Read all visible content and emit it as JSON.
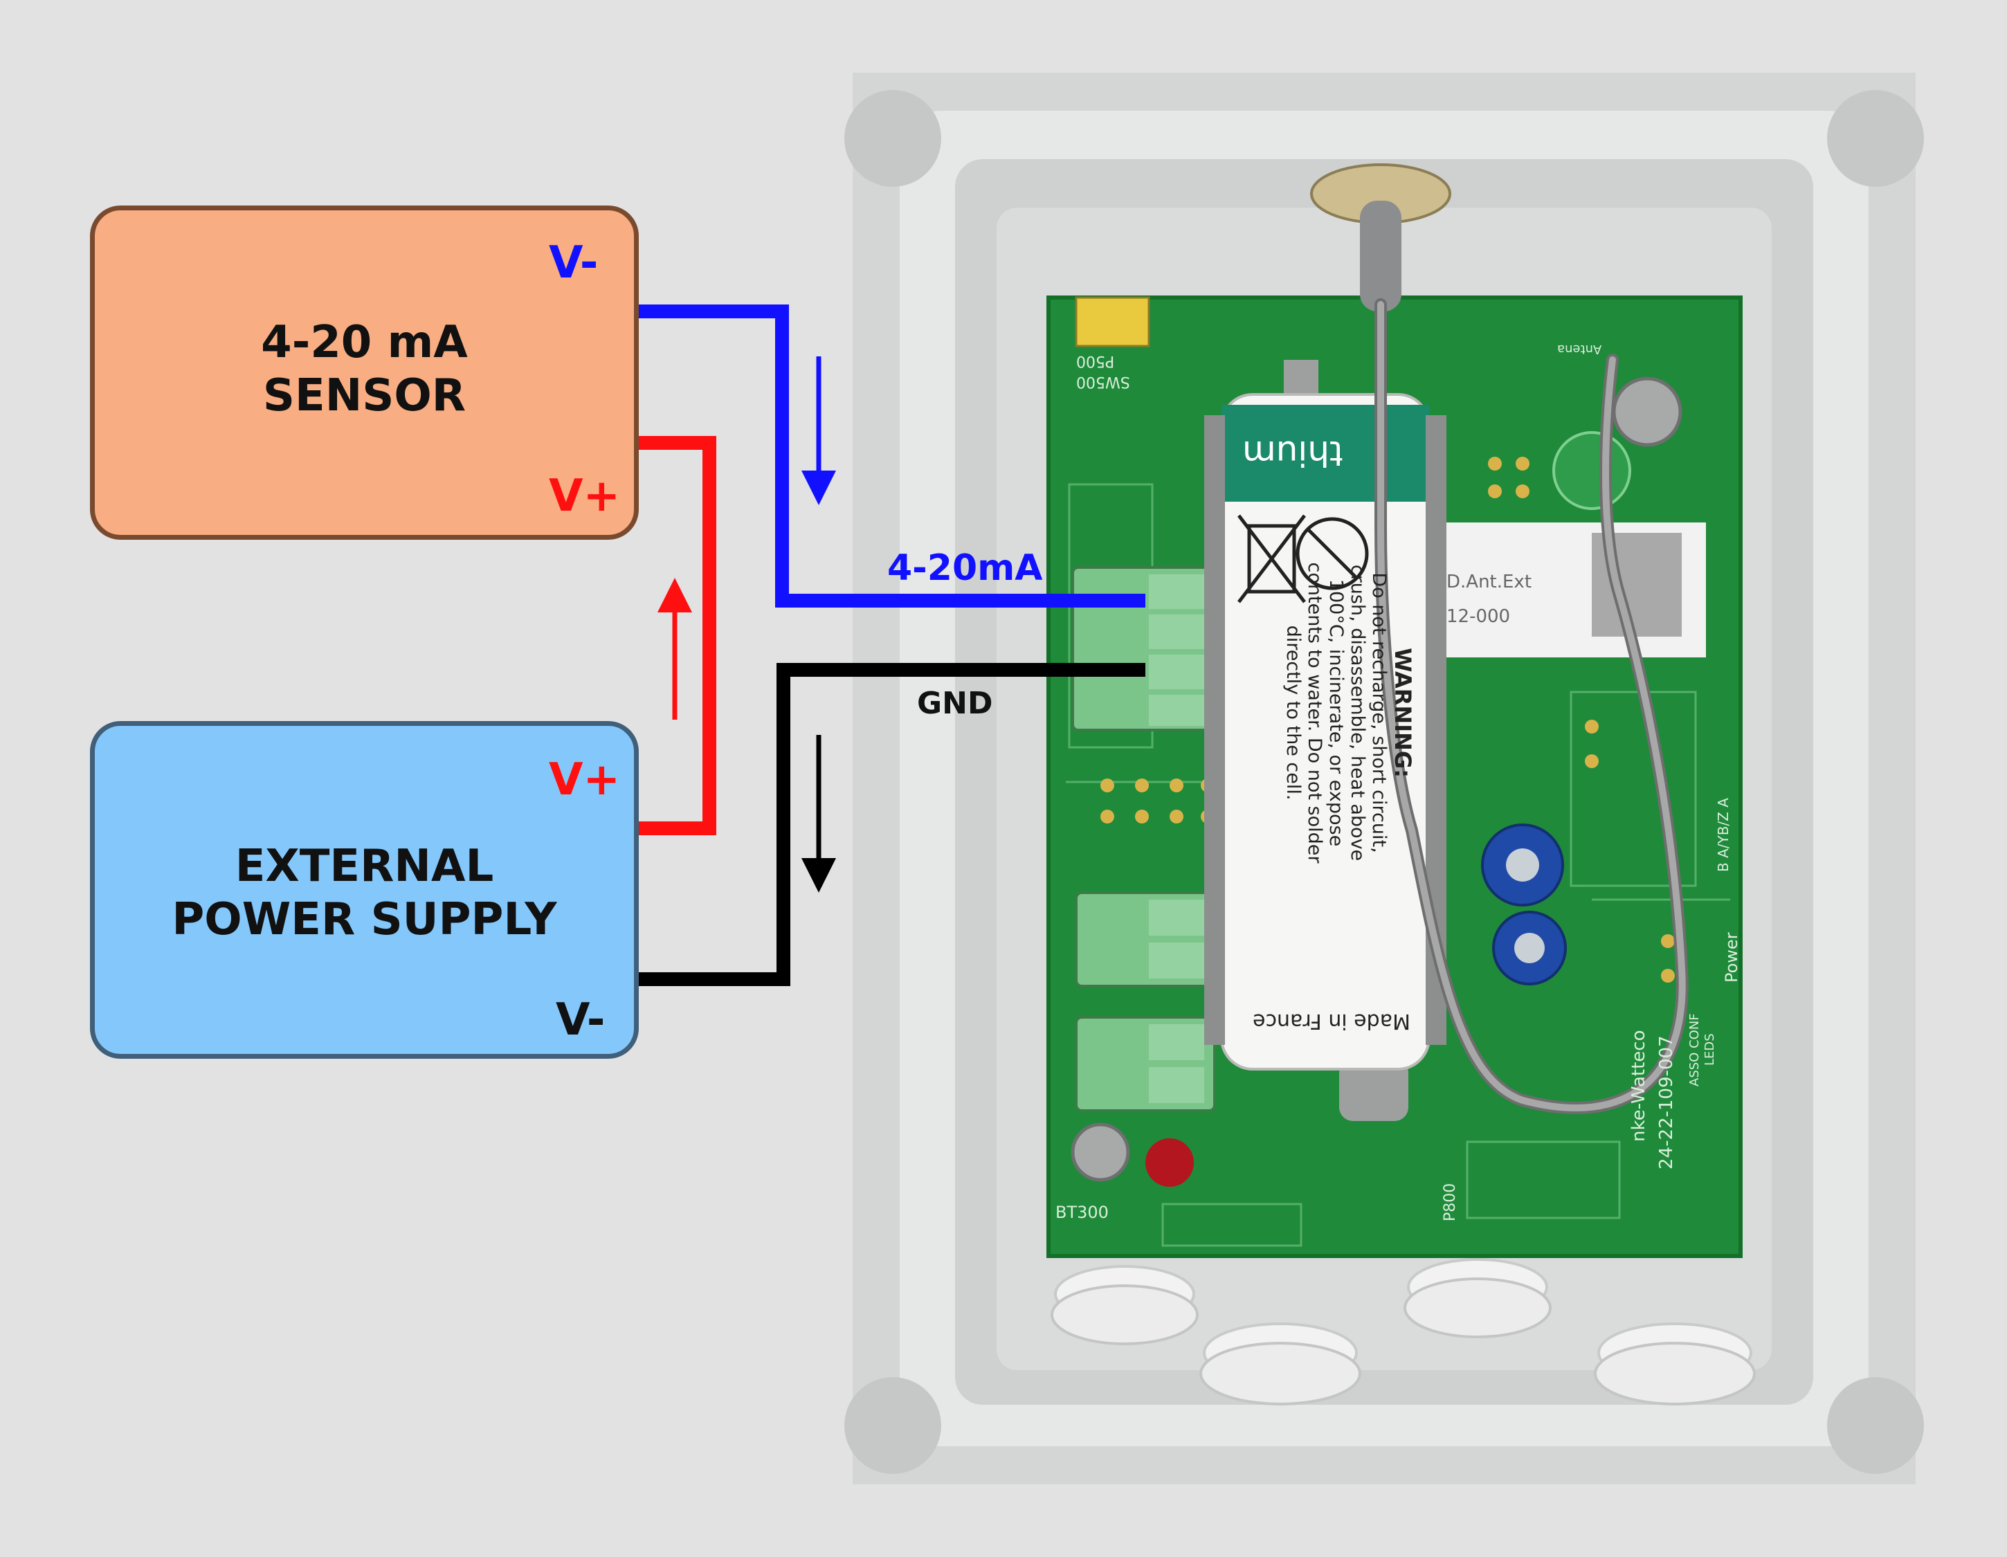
{
  "sensor": {
    "title_line1": "4-20 mA",
    "title_line2": "SENSOR",
    "pin_top": "V-",
    "pin_bottom": "V+",
    "fill": "#f8ad82",
    "border": "#7a4a2e"
  },
  "power_supply": {
    "title_line1": "EXTERNAL",
    "title_line2": "POWER SUPPLY",
    "pin_top": "V+",
    "pin_bottom": "V-",
    "fill": "#84c8fb",
    "border": "#3f5f7a"
  },
  "wires": {
    "signal_label": "4-20mA",
    "ground_label": "GND",
    "signal_color": "#1111ff",
    "positive_color": "#ff1010",
    "ground_color": "#000000"
  },
  "device": {
    "battery_brand_fragment": "thium",
    "battery_warning_title": "WARNING:",
    "battery_warning_text": [
      "Do not recharge, short circuit,",
      "crush, disassemble, heat above",
      "100°C, incinerate, or expose",
      "contents to water. Do not solder",
      "directly to the cell."
    ],
    "battery_origin": "Made in France",
    "sticker_line1": "D.Ant.Ext",
    "sticker_line2": "12-000",
    "board_maker": "nke-Watteco",
    "board_part": "24-22-109-007",
    "board_labels": [
      "Power",
      "ASSO CONF",
      "LEDS",
      "BT300",
      "P800",
      "P500",
      "SW500",
      "Antena",
      "B A/YB/Z A"
    ]
  }
}
